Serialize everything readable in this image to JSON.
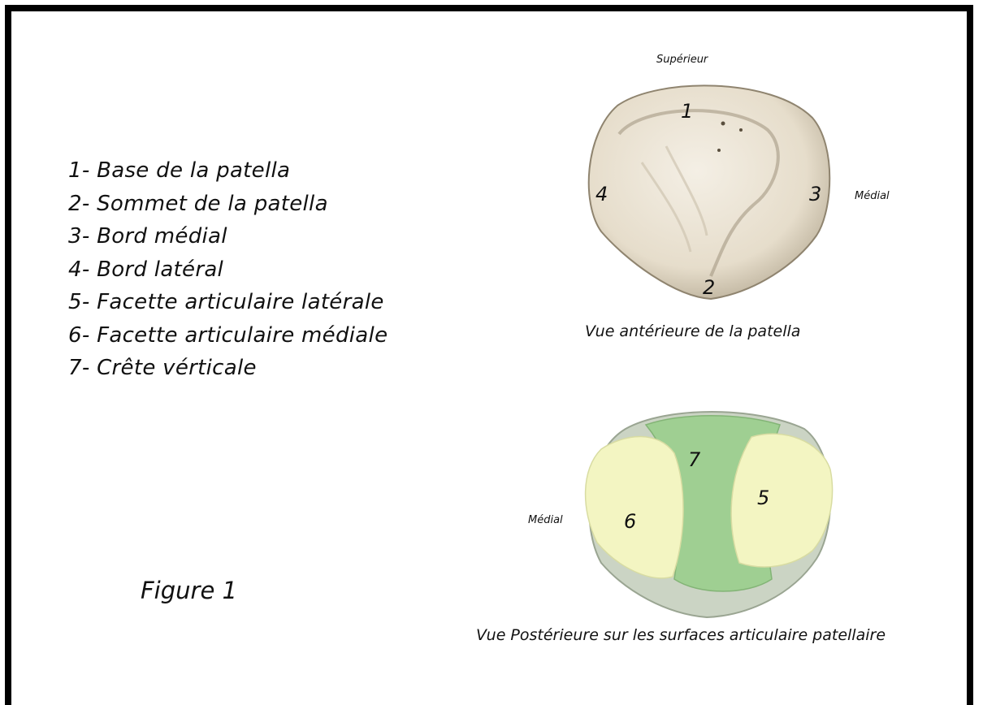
{
  "legend": {
    "items": [
      "1- Base de la patella",
      "2- Sommet de la patella",
      "3- Bord médial",
      "4- Bord latéral",
      "5- Facette articulaire latérale",
      "6- Facette articulaire médiale",
      "7- Crête vérticale"
    ]
  },
  "figure": {
    "title": "Figure 1"
  },
  "anterior": {
    "superior_label": "Supérieur",
    "medial_label": "Médial",
    "caption": "Vue antérieure de la patella",
    "markers": [
      "1",
      "2",
      "3",
      "4"
    ]
  },
  "posterior": {
    "medial_label": "Médial",
    "caption": "Vue Postérieure sur les surfaces articulaire patellaire",
    "markers": [
      "5",
      "6",
      "7"
    ]
  },
  "colors": {
    "frame": "#000000",
    "bone": "#e9e2d3",
    "bone_shadow": "#b9ae98",
    "facet": "#f3f5c2",
    "ridge": "#9fcf92"
  }
}
